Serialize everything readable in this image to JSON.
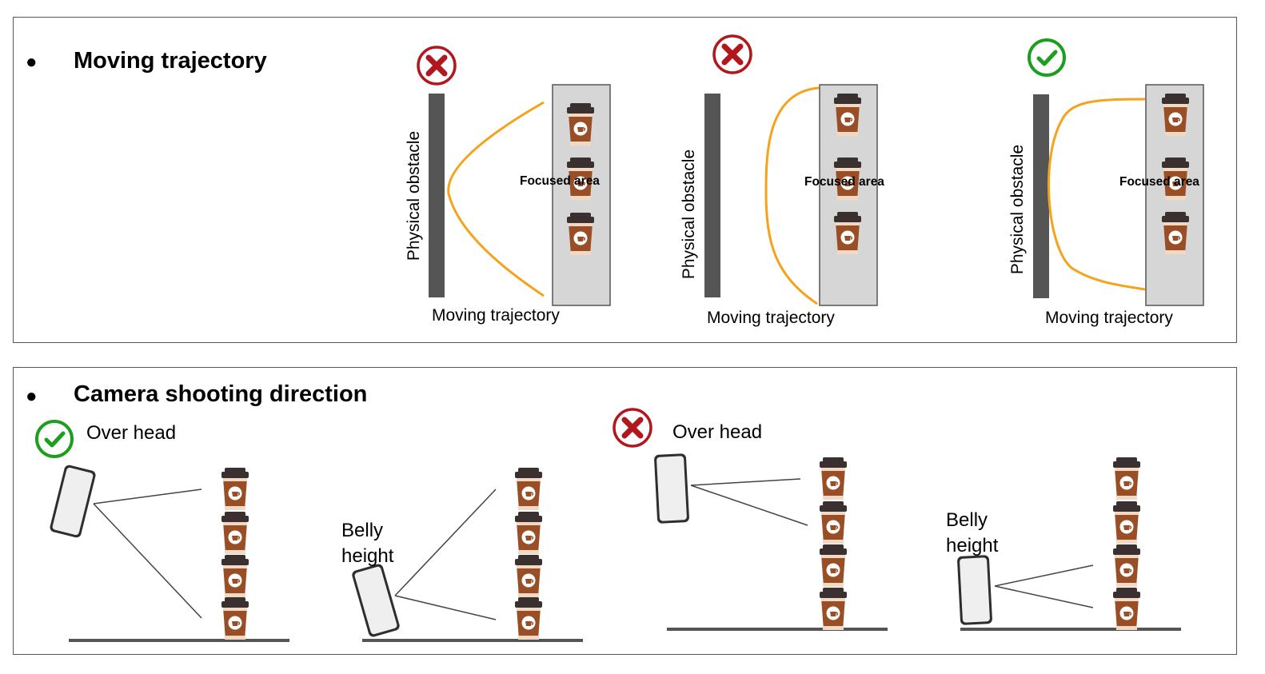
{
  "colors": {
    "trajectory": "#F5A31A",
    "wrong": "#B3171E",
    "correct": "#1E9E1E",
    "obstacle": "#555555",
    "focus_area_fill": "#D6D6D6",
    "cup_brown": "#9A4E26",
    "cup_lid": "#3A3030",
    "ground": "#555555"
  },
  "section_trajectory": {
    "bullet": "●",
    "title": "Moving trajectory",
    "examples": [
      {
        "status": "wrong",
        "status_icon": "x-circle-icon",
        "obstacle_label": "Physical obstacle",
        "focus_label": "Focused area",
        "caption": "Moving trajectory"
      },
      {
        "status": "wrong",
        "status_icon": "x-circle-icon",
        "obstacle_label": "Physical obstacle",
        "focus_label": "Focused area",
        "caption": "Moving trajectory"
      },
      {
        "status": "correct",
        "status_icon": "check-circle-icon",
        "obstacle_label": "Physical obstacle",
        "focus_label": "Focused area",
        "caption": "Moving trajectory"
      }
    ]
  },
  "section_camera": {
    "bullet": "●",
    "title": "Camera shooting direction",
    "groups": [
      {
        "status": "correct",
        "status_icon": "check-circle-icon",
        "over_head_label": "Over head",
        "belly_label_line1": "Belly",
        "belly_label_line2": "height"
      },
      {
        "status": "wrong",
        "status_icon": "x-circle-icon",
        "over_head_label": "Over head",
        "belly_label_line1": "Belly",
        "belly_label_line2": "height"
      }
    ]
  }
}
